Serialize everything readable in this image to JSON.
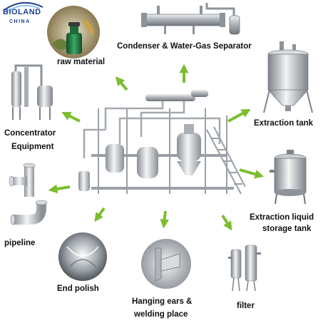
{
  "logo": {
    "wordmark": "BIOLAND",
    "subtitle": "CHINA",
    "color": "#1d3f8f"
  },
  "colors": {
    "arrow": "#7cbd2e",
    "arrow_dark": "#5c9a1c",
    "steel": "#b9bec3",
    "steel_dark": "#7d838a",
    "label": "#111111"
  },
  "labels": {
    "condenser": "Condenser & Water-Gas Separator",
    "raw_material": "raw material",
    "extraction_tank": "Extraction tank",
    "concentrator_line1": "Concentrator",
    "concentrator_line2": "Equipment",
    "storage_line1": "Extraction liquid",
    "storage_line2": "storage tank",
    "pipeline": "pipeline",
    "end_polish": "End polish",
    "hanging_line1": "Hanging ears &",
    "hanging_line2": "welding place",
    "filter": "filter"
  },
  "icons": {
    "condenser": "condenser-icon",
    "raw_material": "herb-bottle-icon",
    "extraction_tank": "extraction-tank-icon",
    "concentrator": "concentrator-icon",
    "storage_tank": "storage-tank-icon",
    "pipeline": "pipe-fittings-icon",
    "end_polish": "polished-dish-icon",
    "hanging_ears": "welded-bracket-icon",
    "filter": "filter-housing-icon",
    "central_plant": "extraction-plant-icon"
  }
}
